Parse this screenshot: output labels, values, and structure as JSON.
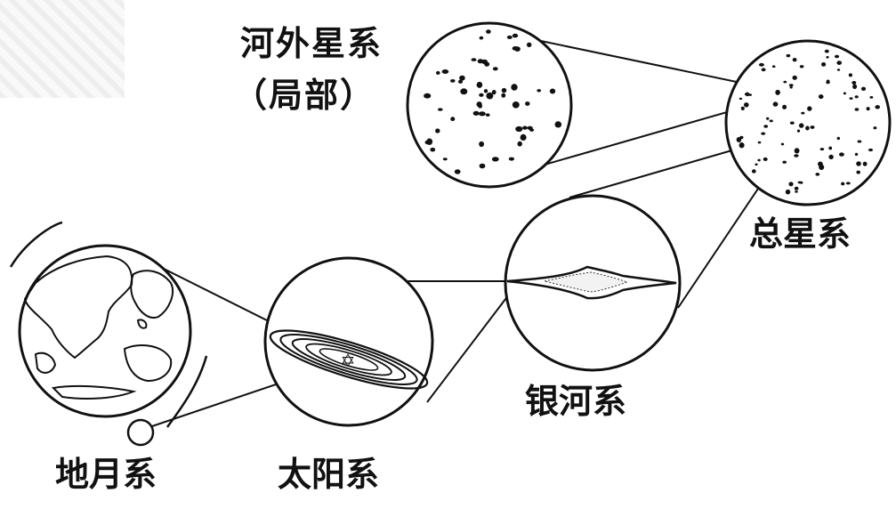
{
  "labels": {
    "extragalactic_title": "河外星系",
    "extragalactic_sub": "（局部）",
    "metagalaxy": "总星系",
    "galaxy": "银河系",
    "earth_moon": "地月系",
    "solar_system": "太阳系"
  },
  "colors": {
    "ink": "#111111",
    "paper": "#ffffff"
  }
}
